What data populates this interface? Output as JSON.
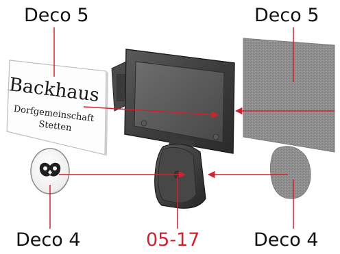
{
  "labels": {
    "top_left": "Deco 5",
    "top_right": "Deco 5",
    "bottom_left": "Deco 4",
    "bottom_right": "Deco 4",
    "part_number": "05-17"
  },
  "sign": {
    "line1": "Backhaus",
    "line2": "Dorfgemeinschaft",
    "line3": "Stetten"
  },
  "colors": {
    "arrow": "#d2202c",
    "part_number": "#d2202c",
    "label": "#111111"
  },
  "icons": {
    "oval_plate": "pretzel-icon"
  }
}
